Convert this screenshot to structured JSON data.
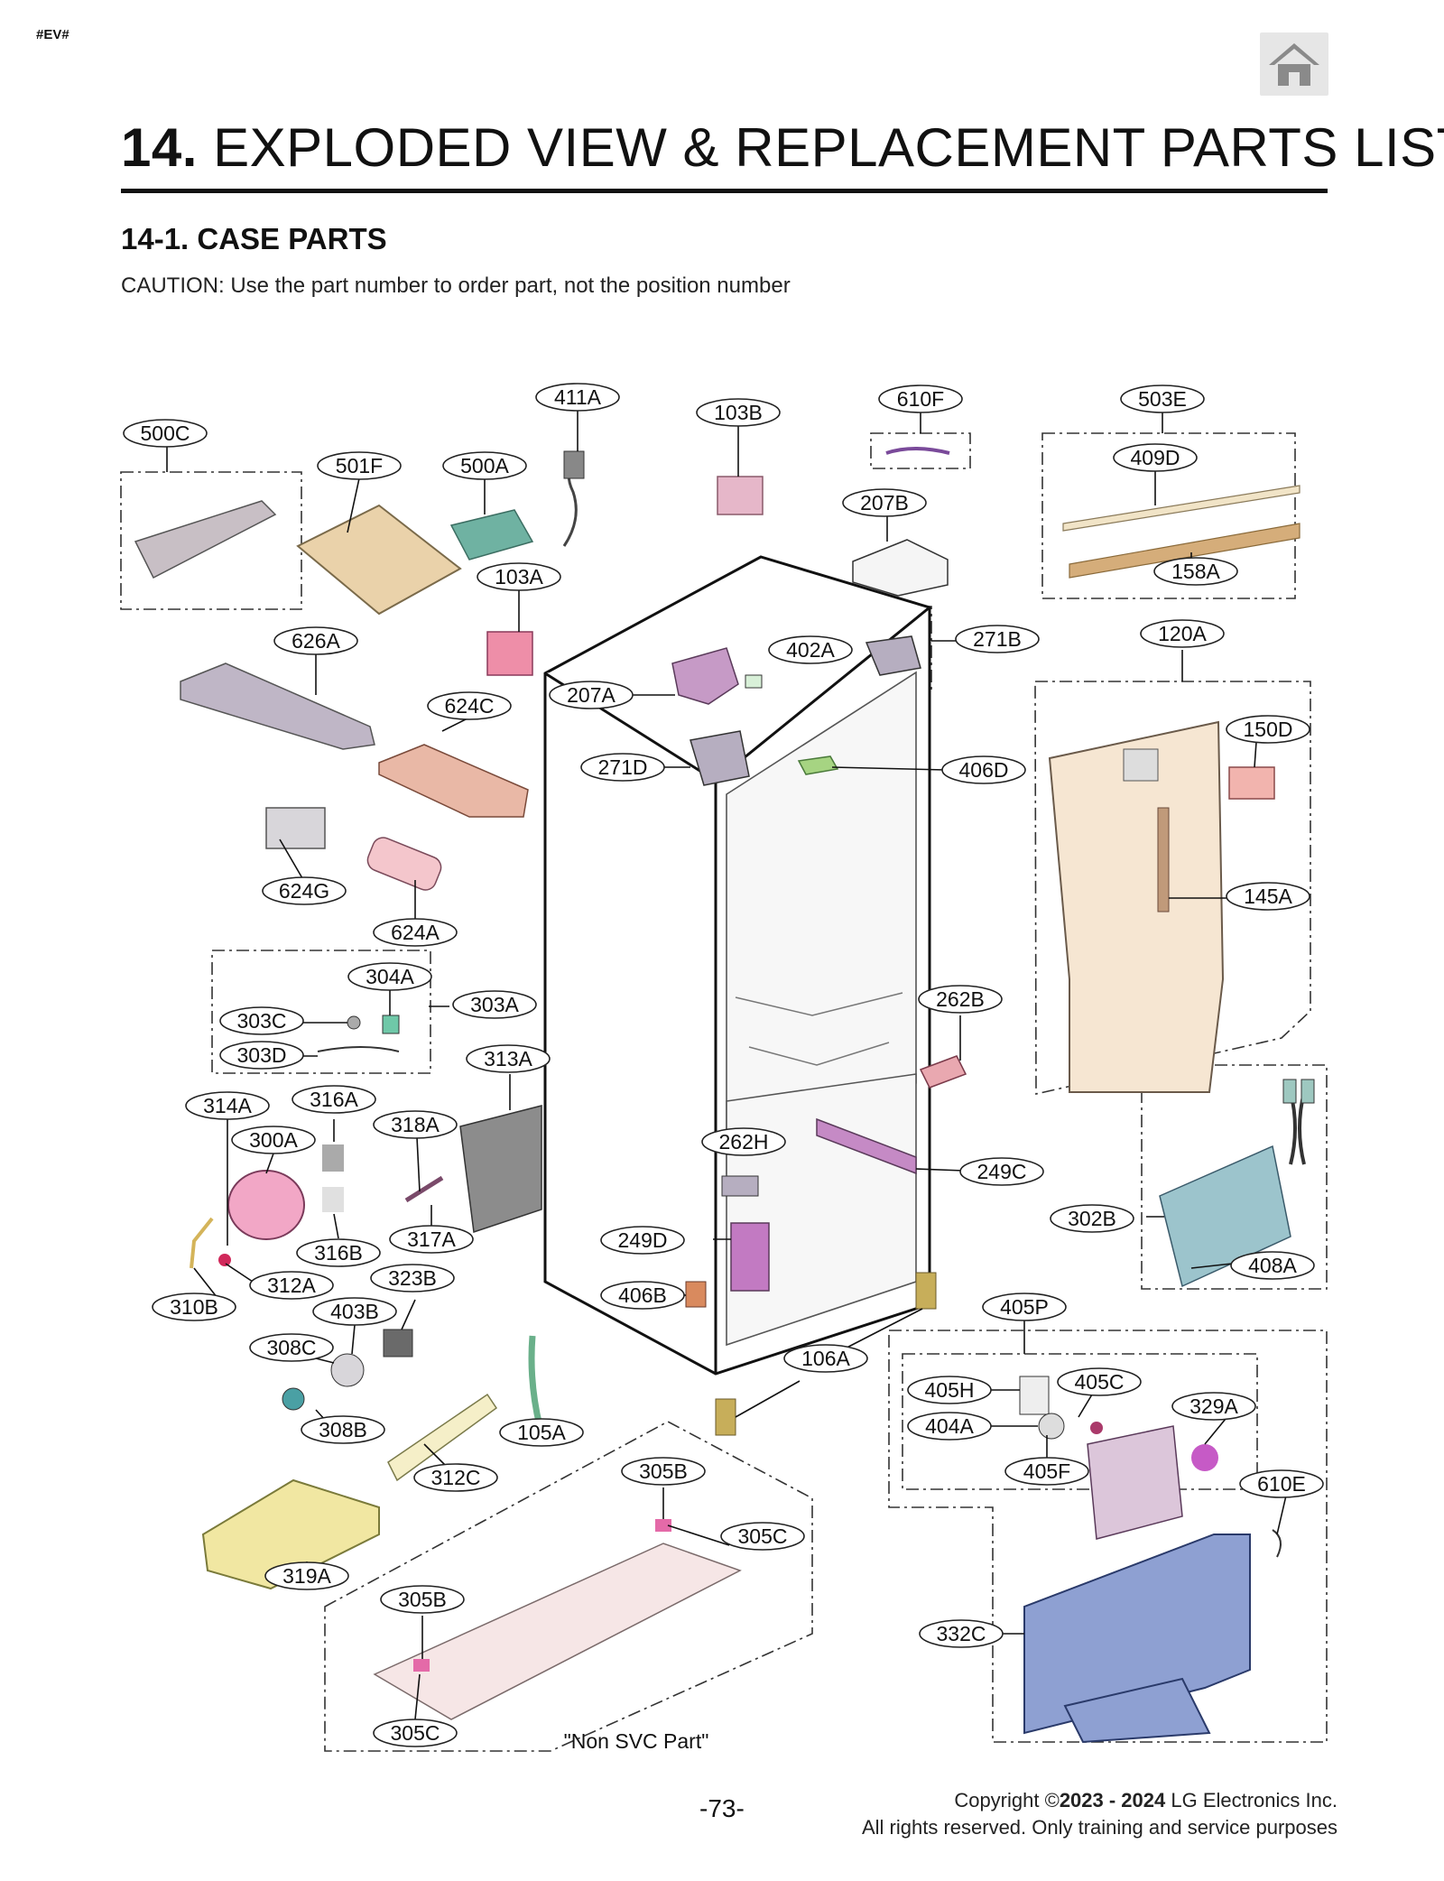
{
  "page_tag": "#EV#",
  "home_button": {
    "icon": "home-icon"
  },
  "header": {
    "number": "14.",
    "title": "EXPLODED VIEW & REPLACEMENT PARTS LIST",
    "section": "14-1. CASE PARTS",
    "caution": "CAUTION: Use the part number to order part, not the position number"
  },
  "labels": {
    "500C": "500C",
    "501F": "501F",
    "500A": "500A",
    "411A": "411A",
    "103B": "103B",
    "610F": "610F",
    "503E": "503E",
    "409D": "409D",
    "158A": "158A",
    "207B": "207B",
    "103A": "103A",
    "626A": "626A",
    "402A": "402A",
    "271B": "271B",
    "120A": "120A",
    "150D": "150D",
    "624C": "624C",
    "207A": "207A",
    "271D": "271D",
    "406D": "406D",
    "624G": "624G",
    "624A": "624A",
    "145A": "145A",
    "304A": "304A",
    "303A": "303A",
    "303C": "303C",
    "303D": "303D",
    "262B": "262B",
    "313A": "313A",
    "314A": "314A",
    "316A": "316A",
    "318A": "318A",
    "300A": "300A",
    "262H": "262H",
    "249C": "249C",
    "302B": "302B",
    "408A": "408A",
    "249D": "249D",
    "317A": "317A",
    "316B": "316B",
    "312A": "312A",
    "323B": "323B",
    "310B": "310B",
    "403B": "403B",
    "406B": "406B",
    "405P": "405P",
    "308C": "308C",
    "106A": "106A",
    "405H": "405H",
    "405C": "405C",
    "404A": "404A",
    "329A": "329A",
    "308B": "308B",
    "105A": "105A",
    "305B": "305B",
    "405F": "405F",
    "610E": "610E",
    "312C": "312C",
    "305C": "305C",
    "319A": "319A",
    "305B_b": "305B",
    "332C": "332C",
    "305C_b": "305C"
  },
  "non_svc_note": "\"Non SVC Part\"",
  "footer": {
    "page_number": "-73-",
    "copyright_prefix": "Copyright ©",
    "copyright_years": "2023 - 2024",
    "copyright_suffix": " LG Electronics Inc.",
    "rights": "All rights reserved. Only training and service purposes"
  }
}
